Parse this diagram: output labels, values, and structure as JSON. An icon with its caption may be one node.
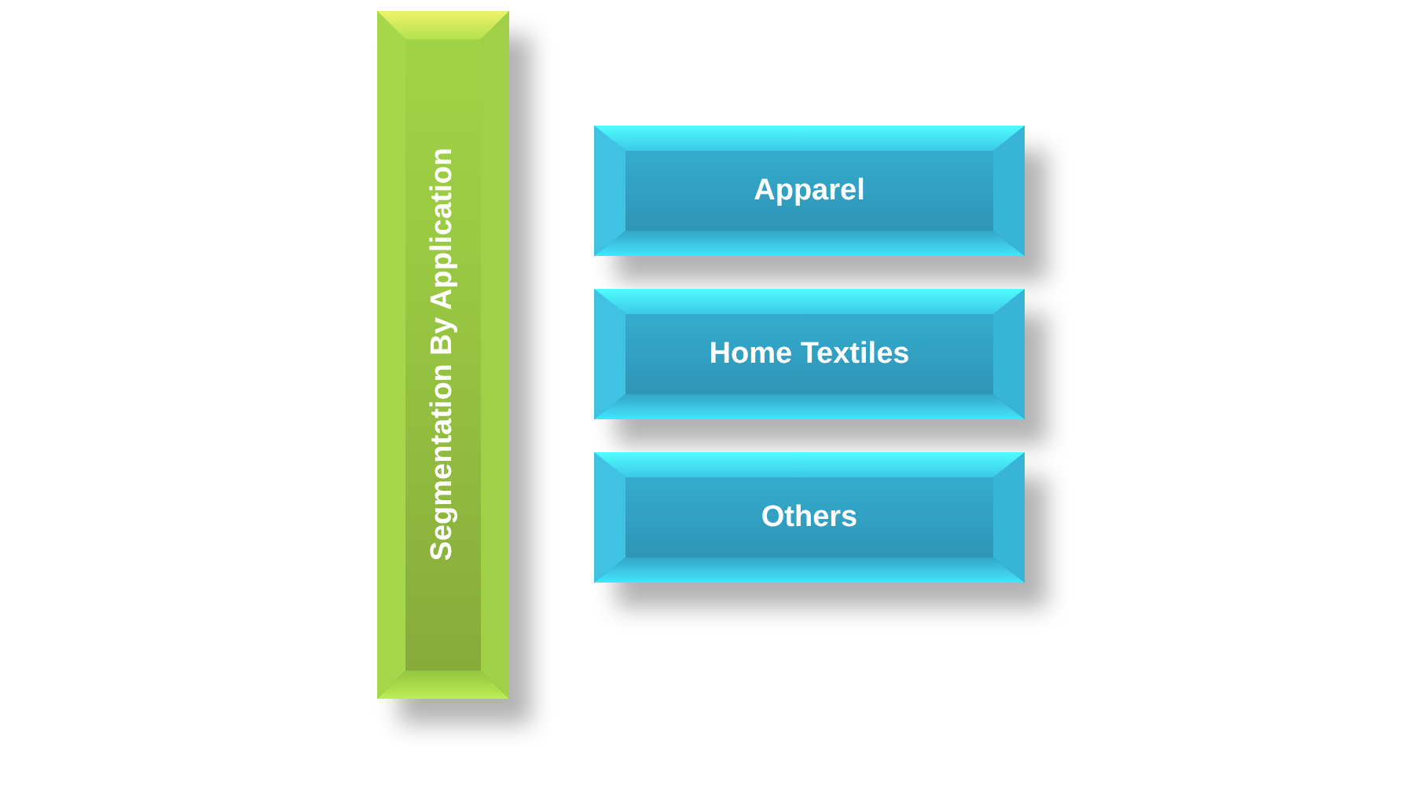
{
  "diagram": {
    "nodes": [
      {
        "text": [
          "Segmentation By Application"
        ]
      },
      {
        "text": [
          "Apparel"
        ]
      },
      {
        "text": [
          "Home Textiles"
        ]
      },
      {
        "text": [
          "Others"
        ]
      }
    ]
  }
}
